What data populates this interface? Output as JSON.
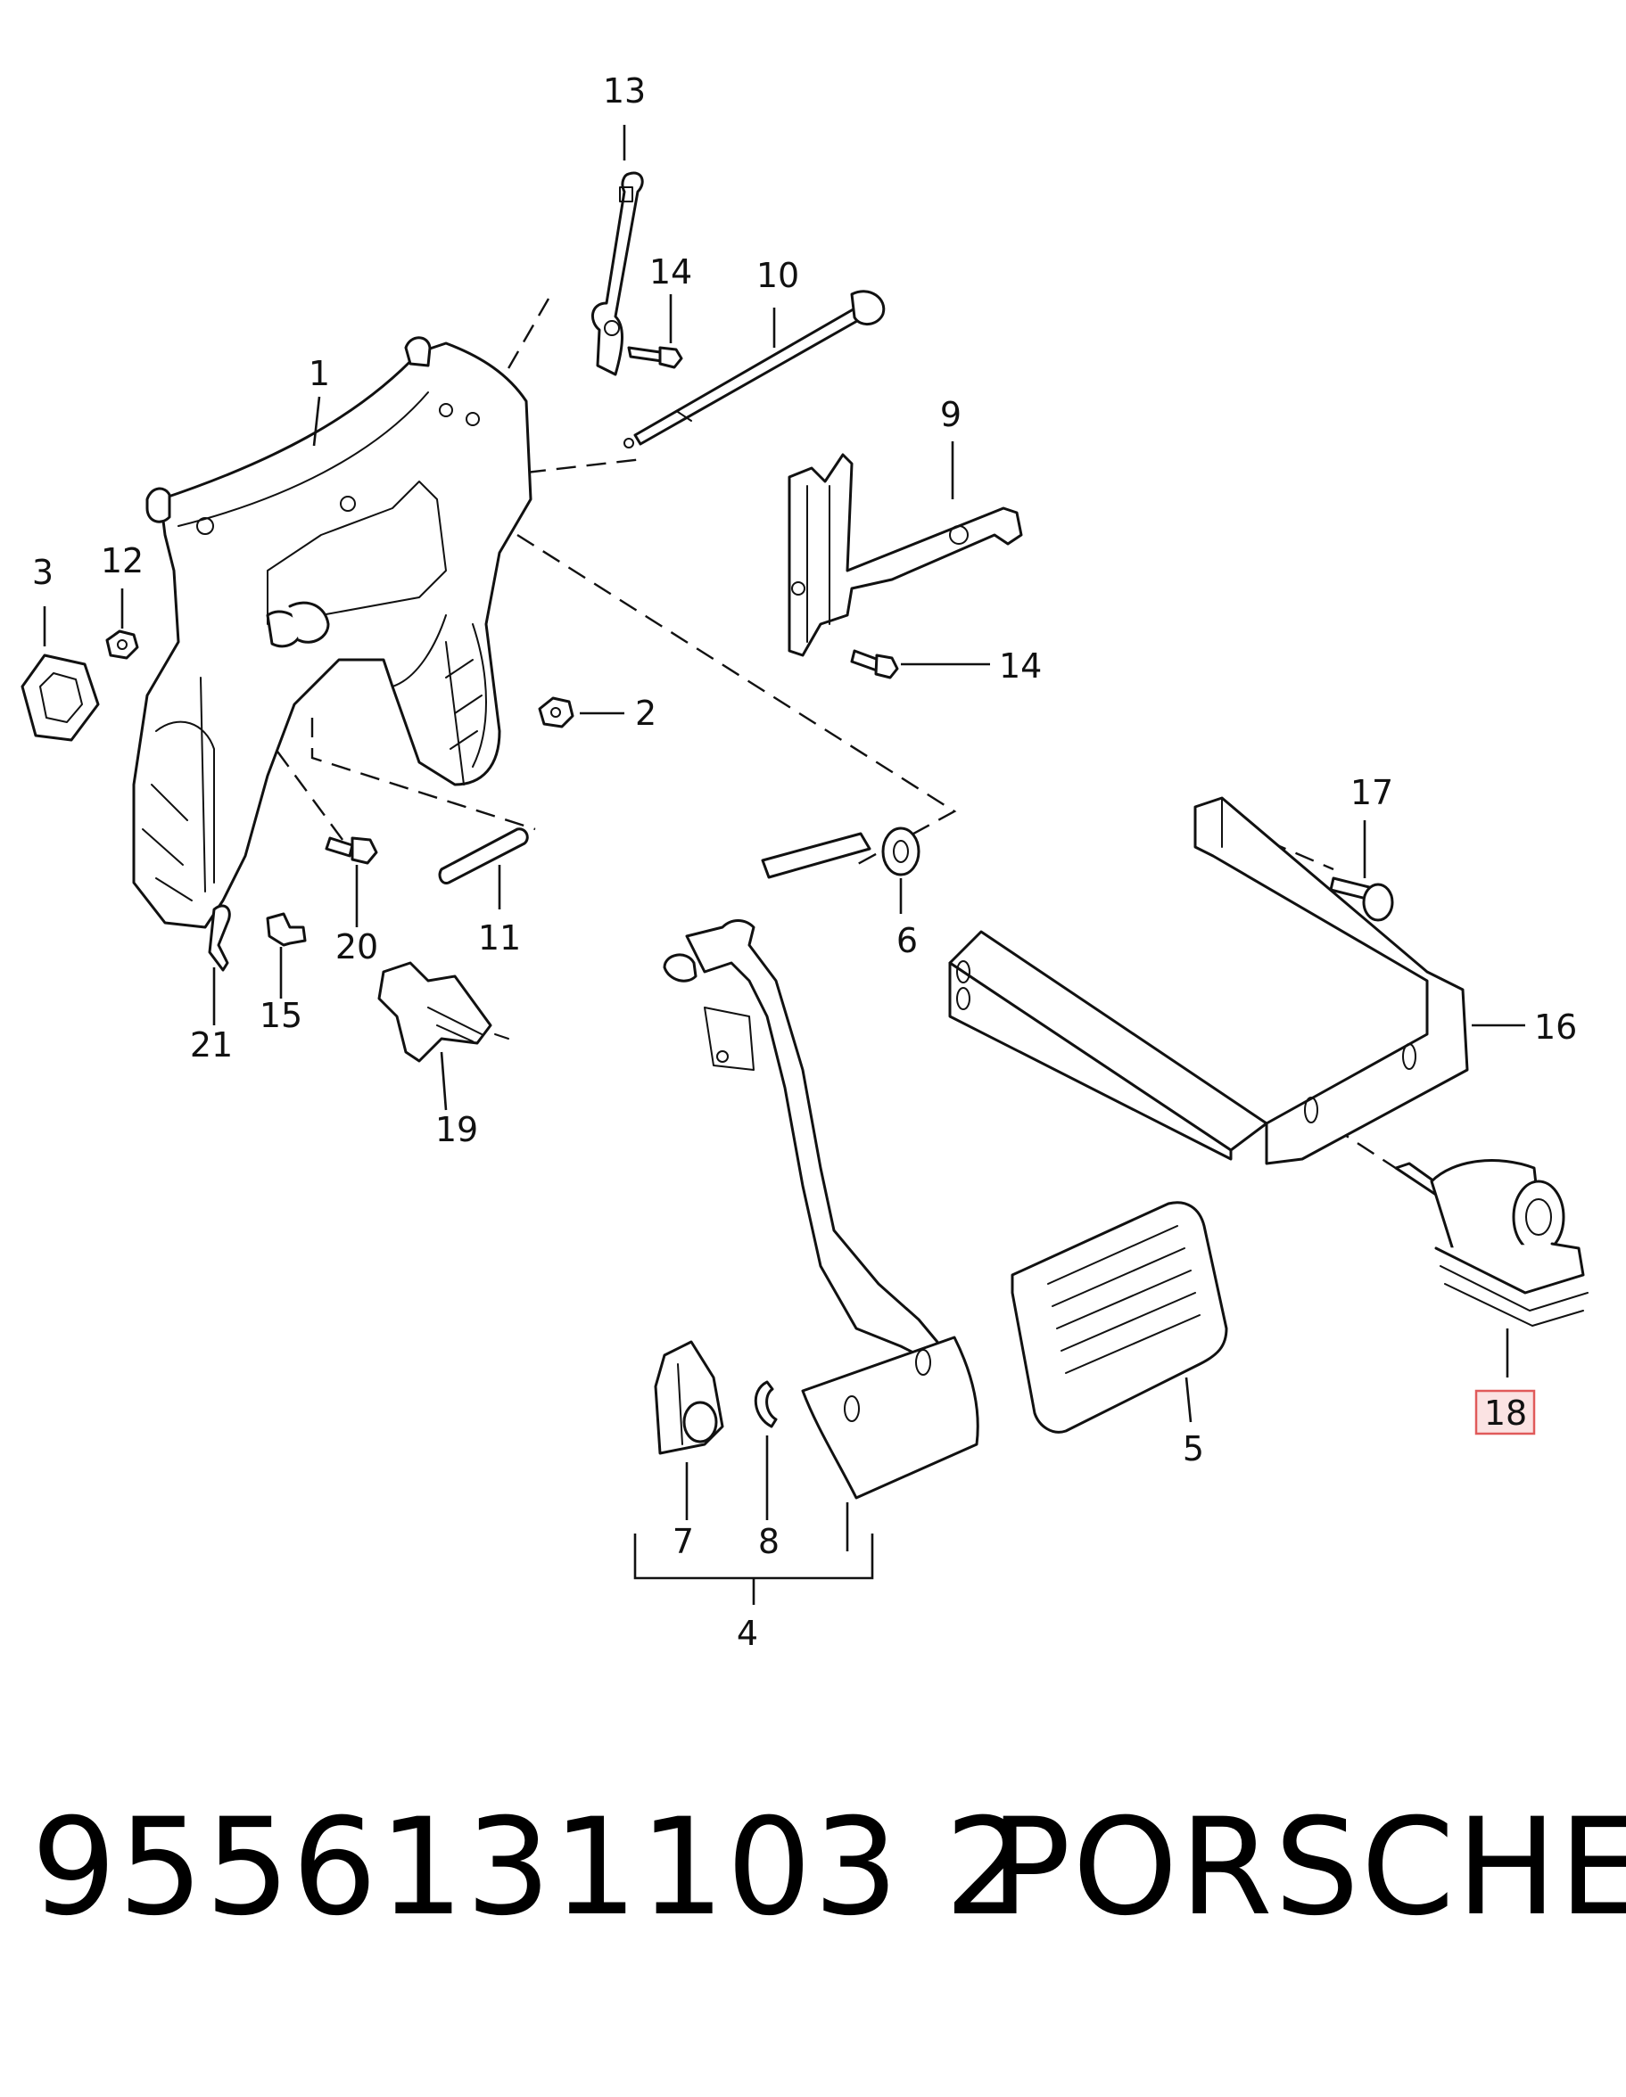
{
  "callouts": {
    "c1": "1",
    "c2": "2",
    "c3": "3",
    "c4": "4",
    "c5": "5",
    "c6": "6",
    "c7": "7",
    "c8": "8",
    "c9": "9",
    "c10": "10",
    "c11": "11",
    "c12": "12",
    "c13": "13",
    "c14a": "14",
    "c14b": "14",
    "c15": "15",
    "c16": "16",
    "c17": "17",
    "c18": "18",
    "c19": "19",
    "c20": "20",
    "c21": "21"
  },
  "highlight": {
    "callout": "18",
    "color": "#e05a5a"
  },
  "footer": {
    "part_number": "9556131103 2",
    "brand": "PORSCHE"
  }
}
